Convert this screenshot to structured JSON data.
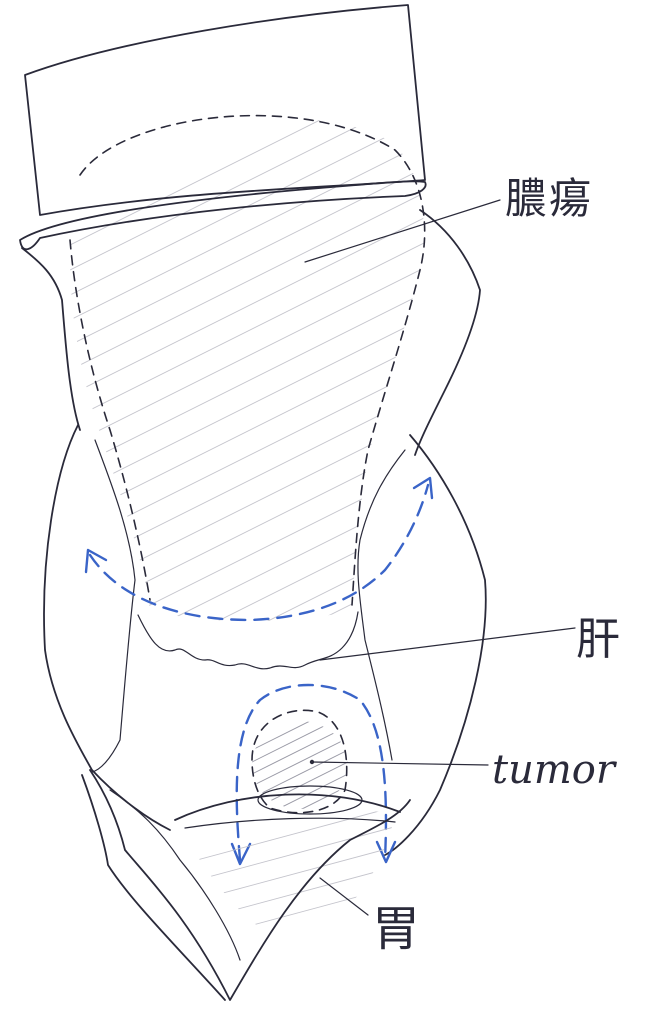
{
  "labels": {
    "abscess": "膿瘍",
    "liver": "肝",
    "tumor": "tumor",
    "stomach": "胃"
  },
  "colors": {
    "ink": "#2a2a3a",
    "arrows": "#3a64c8",
    "hatching": "#c4c4cc"
  }
}
